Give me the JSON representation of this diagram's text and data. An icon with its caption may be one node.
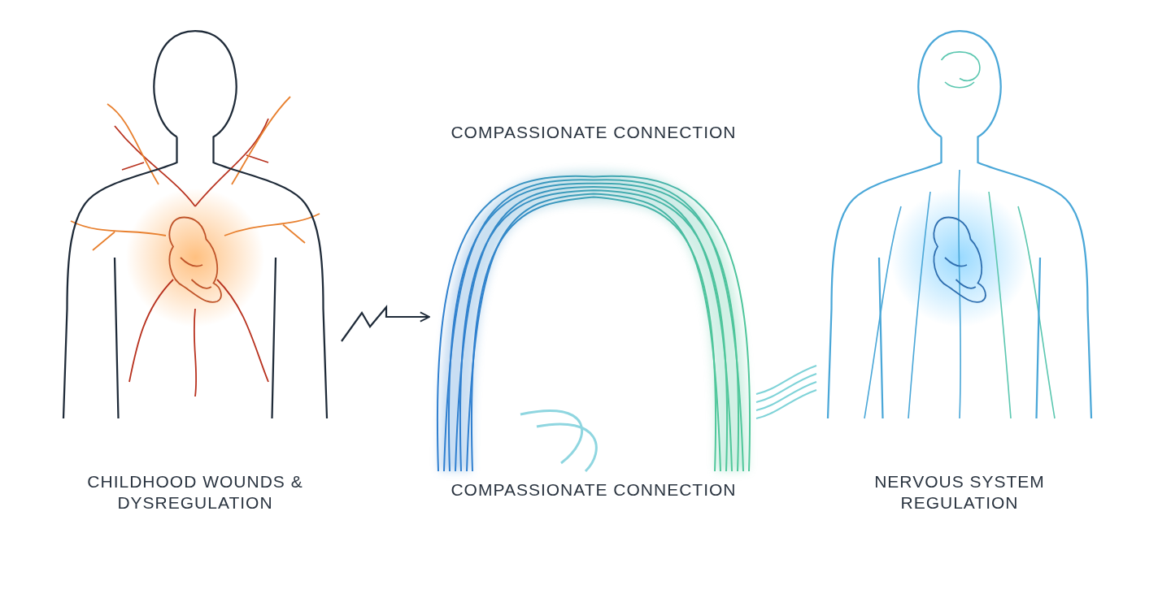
{
  "diagram": {
    "nodes": [
      {
        "text": [
          "CHILDHOOD WOUNDS & DYSREGULATION"
        ]
      },
      {
        "text": [
          "COMPASSIONATE CONNECTION",
          "COMPASSIONATE CONNECTION"
        ]
      },
      {
        "text": [
          "NERVOUS SYSTEM REGULATION"
        ]
      }
    ],
    "edges": [
      {
        "from": 0,
        "to": 1,
        "arrow": "to"
      },
      {
        "from": 1,
        "to": 2,
        "arrow": "none",
        "color": "#7fd3d8"
      }
    ]
  }
}
